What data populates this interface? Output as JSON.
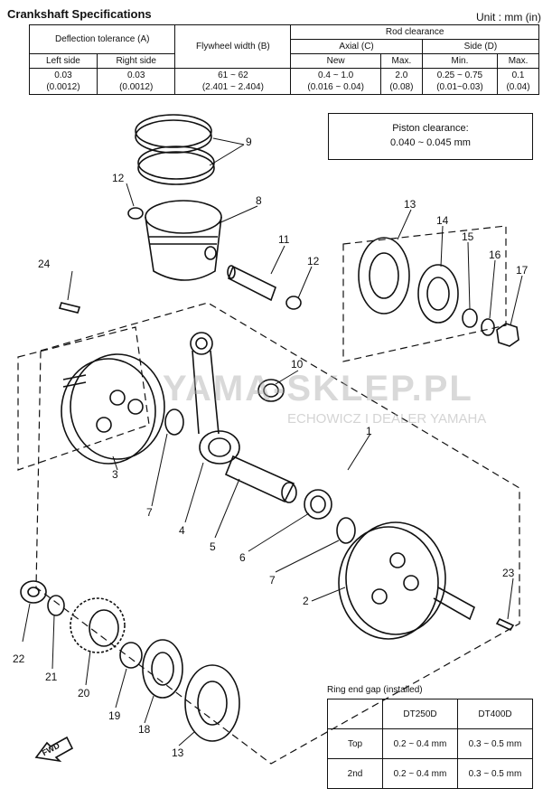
{
  "header": {
    "title": "Crankshaft Specifications",
    "unit": "Unit : mm (in)"
  },
  "spec_table": {
    "deflection_header": "Deflection tolerance (A)",
    "flywheel_header": "Flywheel width (B)",
    "rod_clearance_header": "Rod clearance",
    "axial_header": "Axial (C)",
    "side_header": "Side (D)",
    "left_side": "Left side",
    "right_side": "Right side",
    "new": "New",
    "max": "Max.",
    "min": "Min.",
    "max2": "Max.",
    "left_value": "0.03",
    "left_value_in": "(0.0012)",
    "right_value": "0.03",
    "right_value_in": "(0.0012)",
    "flywheel_value": "61 ~ 62",
    "flywheel_value_in": "(2.401 ~ 2.404)",
    "axial_new": "0.4 ~ 1.0",
    "axial_new_in": "(0.016 ~ 0.04)",
    "axial_max": "2.0",
    "axial_max_in": "(0.08)",
    "side_min": "0.25 ~ 0.75",
    "side_min_in": "(0.01~0.03)",
    "side_max": "0.1",
    "side_max_in": "(0.04)"
  },
  "piston_box": {
    "label": "Piston clearance:",
    "value": "0.040 ~ 0.045 mm"
  },
  "ring_gap": {
    "title": "Ring end gap (installed)",
    "col1": "DT250D",
    "col2": "DT400D",
    "rows": [
      {
        "label": "Top",
        "v1": "0.2 ~ 0.4 mm",
        "v2": "0.3 ~ 0.5 mm"
      },
      {
        "label": "2nd",
        "v1": "0.2 ~ 0.4 mm",
        "v2": "0.3 ~ 0.5 mm"
      }
    ]
  },
  "watermark": {
    "line1": "YAMA-SKLEP.PL",
    "line2": "ECHOWICZ I DEALER YAMAHA"
  },
  "callouts": {
    "c1": "1",
    "c2": "2",
    "c3": "3",
    "c4": "4",
    "c5": "5",
    "c6": "6",
    "c7a": "7",
    "c7b": "7",
    "c8": "8",
    "c9": "9",
    "c10": "10",
    "c11": "11",
    "c12a": "12",
    "c12b": "12",
    "c13a": "13",
    "c13b": "13",
    "c14": "14",
    "c15": "15",
    "c16": "16",
    "c17": "17",
    "c18": "18",
    "c19": "19",
    "c20": "20",
    "c21": "21",
    "c22": "22",
    "c23": "23",
    "c24": "24"
  },
  "fwd_label": "FWD"
}
